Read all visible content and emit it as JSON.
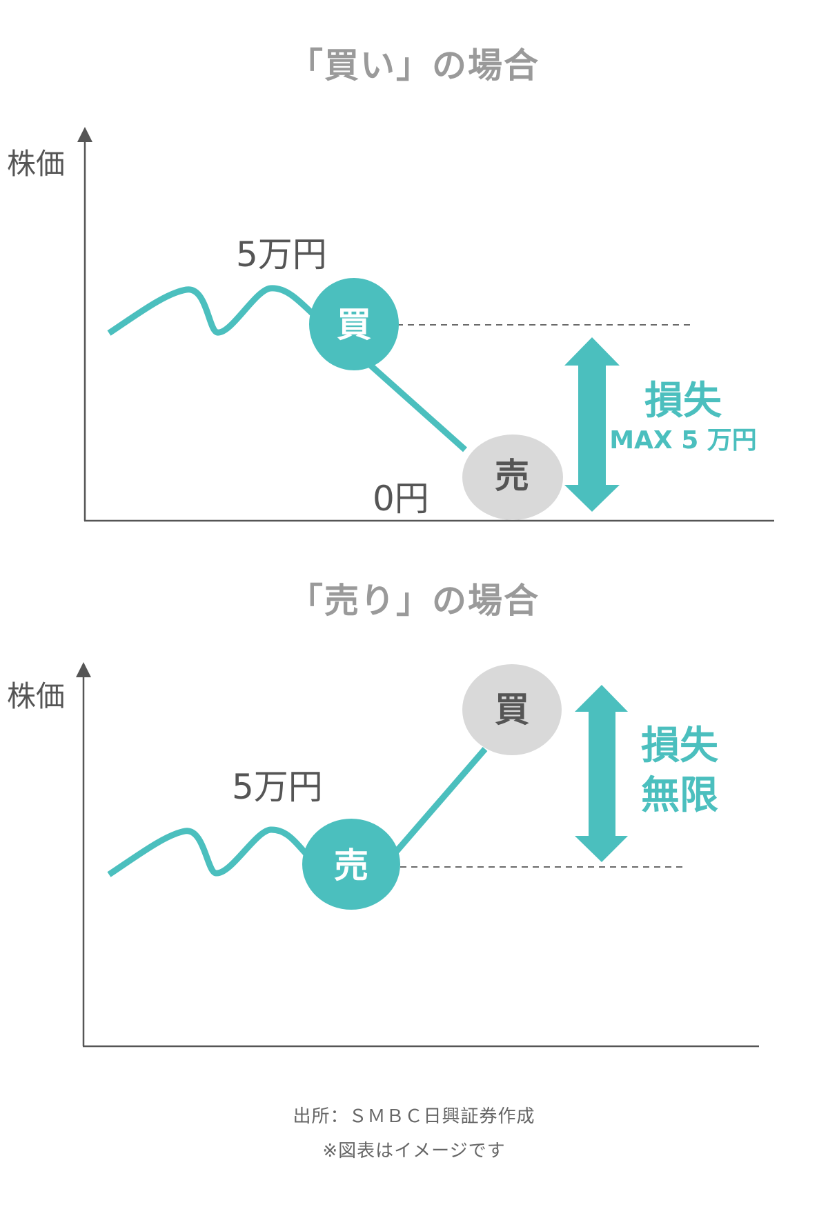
{
  "colors": {
    "teal": "#4bbfbe",
    "light_gray_circle": "#d9d9d9",
    "dark_text": "#555555",
    "title_gray": "#9a9a9a",
    "axis": "#555555"
  },
  "buy_case": {
    "title": "「買い」の場合",
    "y_axis_label": "株価",
    "entry_price_label": "5万円",
    "entry_marker": "買",
    "exit_marker": "売",
    "exit_price_label": "0円",
    "loss_label": "損失",
    "loss_detail": "MAX 5 万円"
  },
  "sell_case": {
    "title": "「売り」の場合",
    "y_axis_label": "株価",
    "entry_price_label": "5万円",
    "entry_marker": "売",
    "exit_marker": "買",
    "loss_label_line1": "損失",
    "loss_label_line2": "無限"
  },
  "footer": {
    "source": "出所：ＳＭＢＣ日興証券作成",
    "note": "※図表はイメージです"
  }
}
